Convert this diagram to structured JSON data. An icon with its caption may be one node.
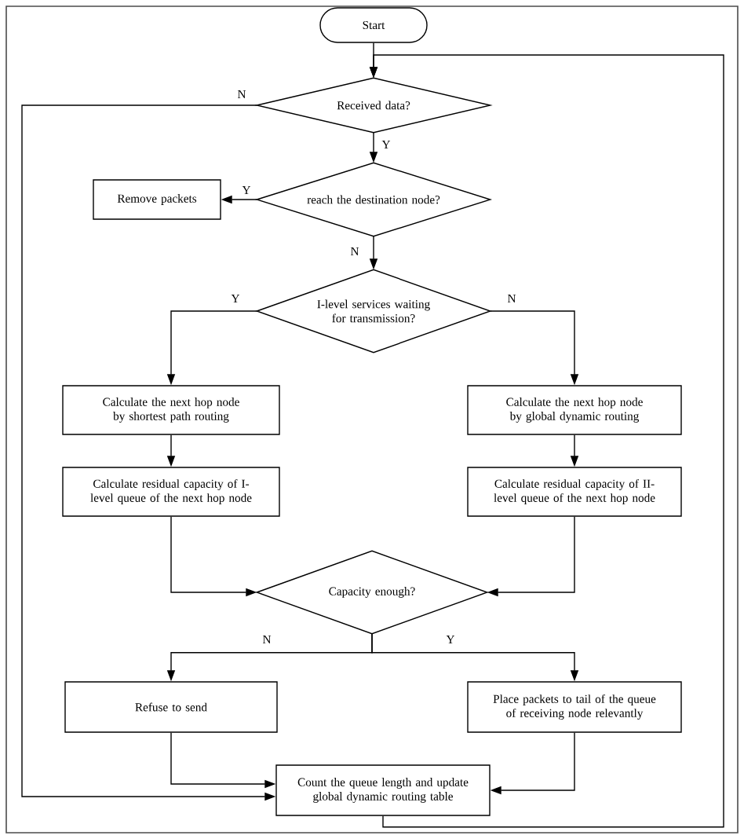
{
  "diagram": {
    "nodes": [
      {
        "text": [
          "Start"
        ]
      },
      {
        "text": [
          "Received data?"
        ]
      },
      {
        "text": [
          "reach the destination node?"
        ]
      },
      {
        "text": [
          "Remove packets"
        ]
      },
      {
        "text": [
          "I-level services waiting for transmission?"
        ]
      },
      {
        "text": [
          "Calculate the next hop node by shortest path routing"
        ]
      },
      {
        "text": [
          "Calculate the next hop node by global dynamic routing"
        ]
      },
      {
        "text": [
          "Calculate residual capacity of I-level queue of the next hop node"
        ]
      },
      {
        "text": [
          "Calculate residual capacity of II-level queue of the next hop node"
        ]
      },
      {
        "text": [
          "Capacity enough?"
        ]
      },
      {
        "text": [
          "Refuse to send"
        ]
      },
      {
        "text": [
          "Place packets to tail of the queue of receiving node relevantly"
        ]
      },
      {
        "text": [
          "Count the queue length and update global dynamic routing table"
        ]
      }
    ],
    "edges": [
      {
        "from": 0,
        "to": 1,
        "arrow": "to"
      },
      {
        "from": 1,
        "to": 2,
        "arrow": "to",
        "label": "Y"
      },
      {
        "from": 1,
        "to": 12,
        "arrow": "to",
        "label": "N"
      },
      {
        "from": 2,
        "to": 3,
        "arrow": "to",
        "label": "Y"
      },
      {
        "from": 2,
        "to": 4,
        "arrow": "to",
        "label": "N"
      },
      {
        "from": 4,
        "to": 5,
        "arrow": "to",
        "label": "Y"
      },
      {
        "from": 4,
        "to": 6,
        "arrow": "to",
        "label": "N"
      },
      {
        "from": 5,
        "to": 7,
        "arrow": "to"
      },
      {
        "from": 6,
        "to": 8,
        "arrow": "to"
      },
      {
        "from": 7,
        "to": 9,
        "arrow": "to"
      },
      {
        "from": 8,
        "to": 9,
        "arrow": "to"
      },
      {
        "from": 9,
        "to": 10,
        "arrow": "to",
        "label": "N"
      },
      {
        "from": 9,
        "to": 11,
        "arrow": "to",
        "label": "Y"
      },
      {
        "from": 10,
        "to": 12,
        "arrow": "to"
      },
      {
        "from": 11,
        "to": 12,
        "arrow": "to"
      },
      {
        "from": 12,
        "to": 1,
        "arrow": "to"
      }
    ]
  }
}
